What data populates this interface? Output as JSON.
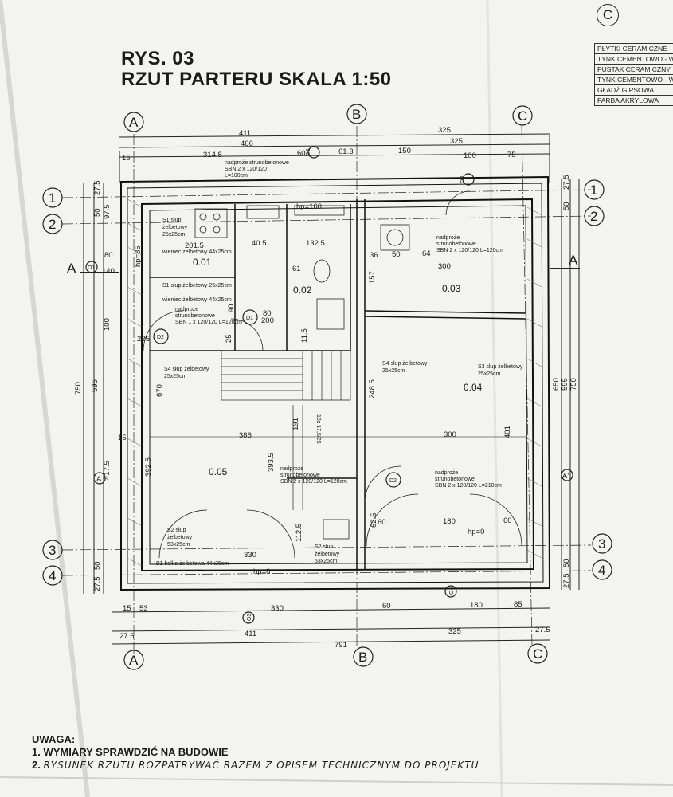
{
  "sheet_label": "C",
  "title": {
    "line1": "RYS. 03",
    "line2": "RZUT PARTERU SKALA 1:50"
  },
  "legend": [
    "PŁYTKI CERAMICZNE",
    "TYNK CEMENTOWO - W",
    "PUSTAK CERAMICZNY",
    "TYNK CEMENTOWO - W",
    "GŁADŹ GIPSOWA",
    "FARBA AKRYLOWA"
  ],
  "axes": {
    "a": "A",
    "b": "B",
    "c": "C",
    "r1": "1",
    "r2": "2",
    "r3": "3",
    "r4": "4",
    "sa": "A",
    "sa2": "A'"
  },
  "rooms": {
    "r001": "0.01",
    "r002": "0.02",
    "r003": "0.03",
    "r004": "0.04",
    "r005": "0.05"
  },
  "dims_top": {
    "d411": "411",
    "d325": "325",
    "d466": "466",
    "d325b": "325",
    "d3148": "314.8",
    "d60": "60",
    "d613": "61.3",
    "d150": "150",
    "d100": "100",
    "d75": "75",
    "d15": "15"
  },
  "dims_bottom": {
    "d15": "15",
    "d53": "53",
    "d330": "330",
    "d60": "60",
    "d180": "180",
    "d85": "85",
    "d275": "27.5",
    "d411": "411",
    "d325": "325",
    "d275b": "27.5",
    "d791": "791"
  },
  "dims_left": {
    "d275": "27.5",
    "d50": "50",
    "d975": "97.5",
    "d80": "80",
    "d140": "140",
    "d100": "100",
    "d225": "225",
    "d750": "750",
    "d595": "595",
    "d670": "670",
    "d15": "15",
    "d4175": "417.5",
    "d3925": "392.5",
    "d50b": "50",
    "d275b": "27.5"
  },
  "dims_right": {
    "d275": "27.5",
    "d50": "50",
    "d650": "650",
    "d595": "595",
    "d750": "750",
    "d50b": "50",
    "d275b": "27.5"
  },
  "dims_inner": {
    "d2015": "201.5",
    "d405": "40.5",
    "d1325": "132.5",
    "d61": "61",
    "d36": "36",
    "d50": "50",
    "d64": "64",
    "d300": "300",
    "d157": "157",
    "d386": "386",
    "d300b": "300",
    "d401": "401",
    "d2485": "248.5",
    "d3935": "393.5",
    "d191": "191",
    "d330": "330",
    "d1125": "112.5",
    "d115": "11.5",
    "d60": "60",
    "d180": "180",
    "d60b": "60",
    "d625": "62.5",
    "d80": "80",
    "d200": "200",
    "d90": "90",
    "d25": "25"
  },
  "annotations": {
    "hp160": "hp=160",
    "hp0a": "hp=0",
    "hp0b": "hp=0",
    "hp85": "hp=85",
    "nad1": "nadproże strunobetonowe",
    "nad1b": "SBN 2 x 120/120",
    "nad1c": "L=100cm",
    "s1a": "S1 słup",
    "s1b": "żelbetowy",
    "s1c": "25x25cm",
    "wien": "wieniec żelbetowy 44x25cm",
    "s1d": "S1 słup żelbetowy 25x25cm",
    "wien2": "wieniec żelbetowy 44x25cm",
    "nad2": "nadproże",
    "nad2b": "strunobetonowe",
    "nad2c": "SBN 1 x 120/120 L=120cm",
    "nad3": "nadproże",
    "nad3b": "strunobetonowe",
    "nad3c": "SBN 2 x 120/120 L=120cm",
    "s4a": "S4 słup żelbetowy",
    "s4b": "25x25cm",
    "s4c": "S4 słup żelbetowy",
    "s4d": "25x25cm",
    "s3a": "S3 słup żelbetowy",
    "s3b": "25x25cm",
    "nad4": "nadproże",
    "nad4b": "strunobetonowe",
    "nad4c": "SBN 2 x 120/120 L=120cm",
    "nad5": "nadproże",
    "nad5b": "strunobetonowe",
    "nad5c": "SBN 2 x 120/120 L=210cm",
    "s2a": "S2 słup",
    "s2b": "żelbetowy",
    "s2c": "53x25cm",
    "s2d": "S2 słup",
    "s2e": "żelbetowy",
    "s2f": "53x25cm",
    "b1": "B1 belka żelbetowa 44x25cm",
    "d1": "D1",
    "d2": "D2",
    "d2b": "D2",
    "o1": "O1",
    "o2": "O2",
    "o3": "O3",
    "o4": "O4",
    "o2top": "O2",
    "st": "15x 17,5/25"
  },
  "notes": {
    "header": "UWAGA:",
    "line1": "1. WYMIARY SPRAWDZIĆ NA BUDOWIE",
    "line2_prefix": "2.",
    "line2": "RYSUNEK RZUTU ROZPATRYWAĆ RAZEM Z OPISEM TECHNICZNYM DO PROJEKTU"
  }
}
